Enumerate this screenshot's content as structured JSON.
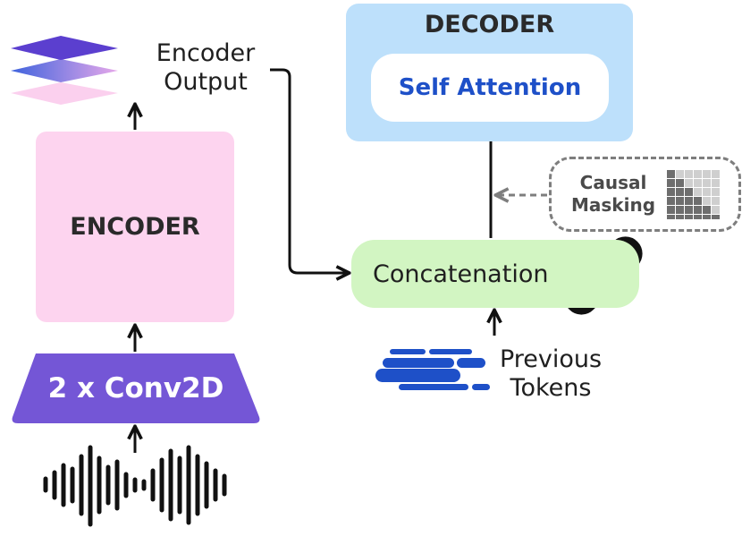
{
  "encoder": {
    "label": "ENCODER",
    "output_label": [
      "Encoder",
      "Output"
    ]
  },
  "conv": {
    "label": "2 x Conv2D"
  },
  "decoder": {
    "title": "DECODER",
    "self_attention": "Self Attention"
  },
  "concatenation": {
    "label": "Concatenation"
  },
  "causal_masking": {
    "label": [
      "Causal",
      "Masking"
    ]
  },
  "previous_tokens": {
    "label": [
      "Previous",
      "Tokens"
    ]
  },
  "colors": {
    "encoder": "#fdd4ef",
    "conv": "#7456d6",
    "decoder": "#bde0fb",
    "self_attention_text": "#1e50c8",
    "concatenation": "#d2f5c2",
    "tokens": "#1e50c8"
  },
  "icons": [
    "stacked-layers-icon",
    "audio-waveform-icon",
    "chain-link-icon",
    "mask-grid-icon",
    "token-bars-icon"
  ]
}
